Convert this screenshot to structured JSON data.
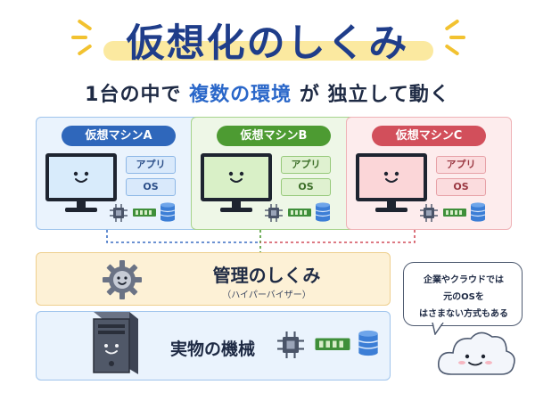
{
  "title": "仮想化のしくみ",
  "subtitle": {
    "part1": "1台の中で",
    "accent": "複数の環境",
    "part2": "が 独立して動く"
  },
  "vms": [
    {
      "label": "仮想マシンA",
      "app": "アプリ",
      "os": "OS"
    },
    {
      "label": "仮想マシンB",
      "app": "アプリ",
      "os": "OS"
    },
    {
      "label": "仮想マシンC",
      "app": "アプリ",
      "os": "OS"
    }
  ],
  "management": {
    "title": "管理のしくみ",
    "subtitle": "（ハイパーバイザー）"
  },
  "physical": {
    "title": "実物の機械"
  },
  "bubble": {
    "line1": "企業やクラウドでは",
    "line2": "元のOSを",
    "line3": "はさまない方式もある"
  },
  "colors": {
    "title": "#1f3d8a",
    "accent": "#2a67c9",
    "vm_a": "#2f67bb",
    "vm_b": "#4d9b32",
    "vm_c": "#d24f5b",
    "management_bg": "#fdf1d6",
    "physical_bg": "#eaf3fd"
  },
  "icons": [
    "sparkle-icon",
    "monitor-icon",
    "cpu-icon",
    "ram-icon",
    "database-icon",
    "gear-icon",
    "server-tower-icon",
    "cloud-icon"
  ]
}
